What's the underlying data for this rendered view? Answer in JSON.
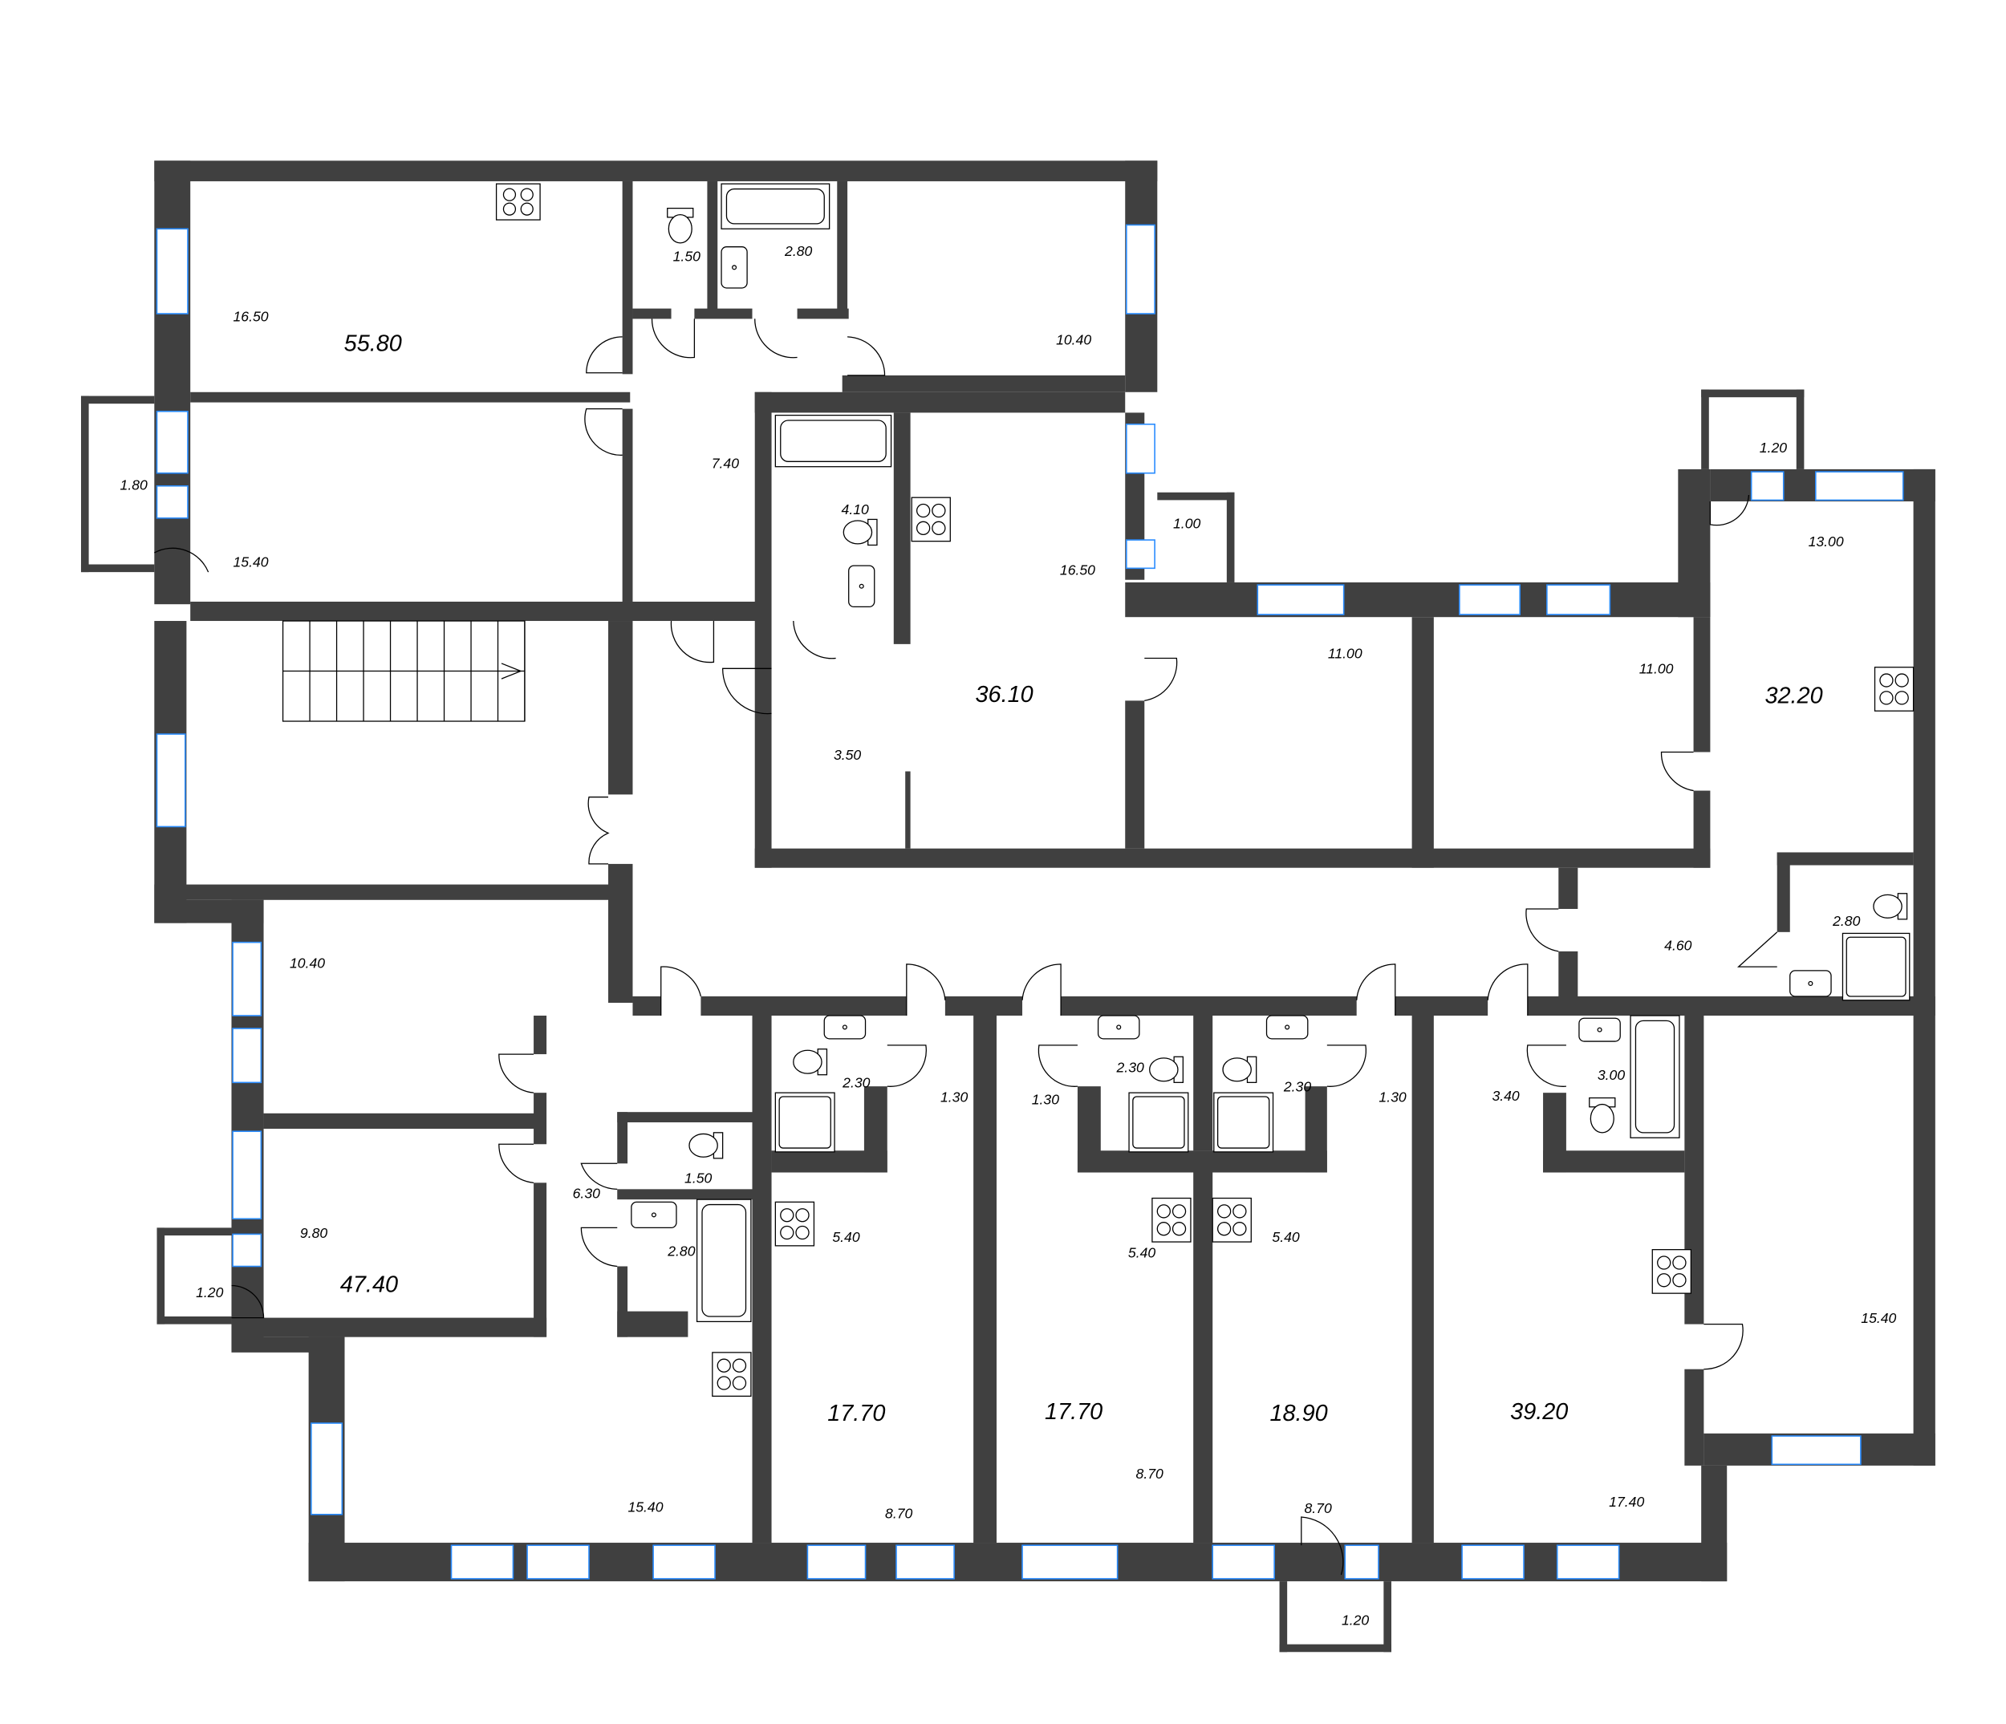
{
  "plan": {
    "wall_color": "#404040",
    "window_color": "#2a8cff",
    "apartment_totals": [
      "55.80",
      "36.10",
      "32.20",
      "47.40",
      "17.70",
      "17.70",
      "18.90",
      "39.20"
    ],
    "room_areas": {
      "apt_55_80": [
        "16.50",
        "15.40",
        "1.80",
        "7.40",
        "1.50",
        "2.80",
        "10.40"
      ],
      "apt_36_10": [
        "4.10",
        "16.50",
        "1.00",
        "3.50"
      ],
      "apt_32_20": [
        "1.20",
        "13.00",
        "11.00",
        "11.00",
        "4.60",
        "2.80"
      ],
      "apt_47_40": [
        "10.40",
        "9.80",
        "1.20",
        "6.30",
        "1.50",
        "2.80",
        "15.40"
      ],
      "apt_17_70_a": [
        "2.30",
        "1.30",
        "5.40",
        "8.70"
      ],
      "apt_17_70_b": [
        "2.30",
        "1.30",
        "5.40",
        "8.70"
      ],
      "apt_18_90": [
        "2.30",
        "1.30",
        "5.40",
        "8.70",
        "1.20"
      ],
      "apt_39_20": [
        "3.40",
        "3.00",
        "17.40",
        "15.40"
      ]
    },
    "fixtures": [
      "stove-icon",
      "bathtub-icon",
      "toilet-icon",
      "sink-icon",
      "shower-icon",
      "staircase-icon",
      "door-swing-icon"
    ]
  }
}
